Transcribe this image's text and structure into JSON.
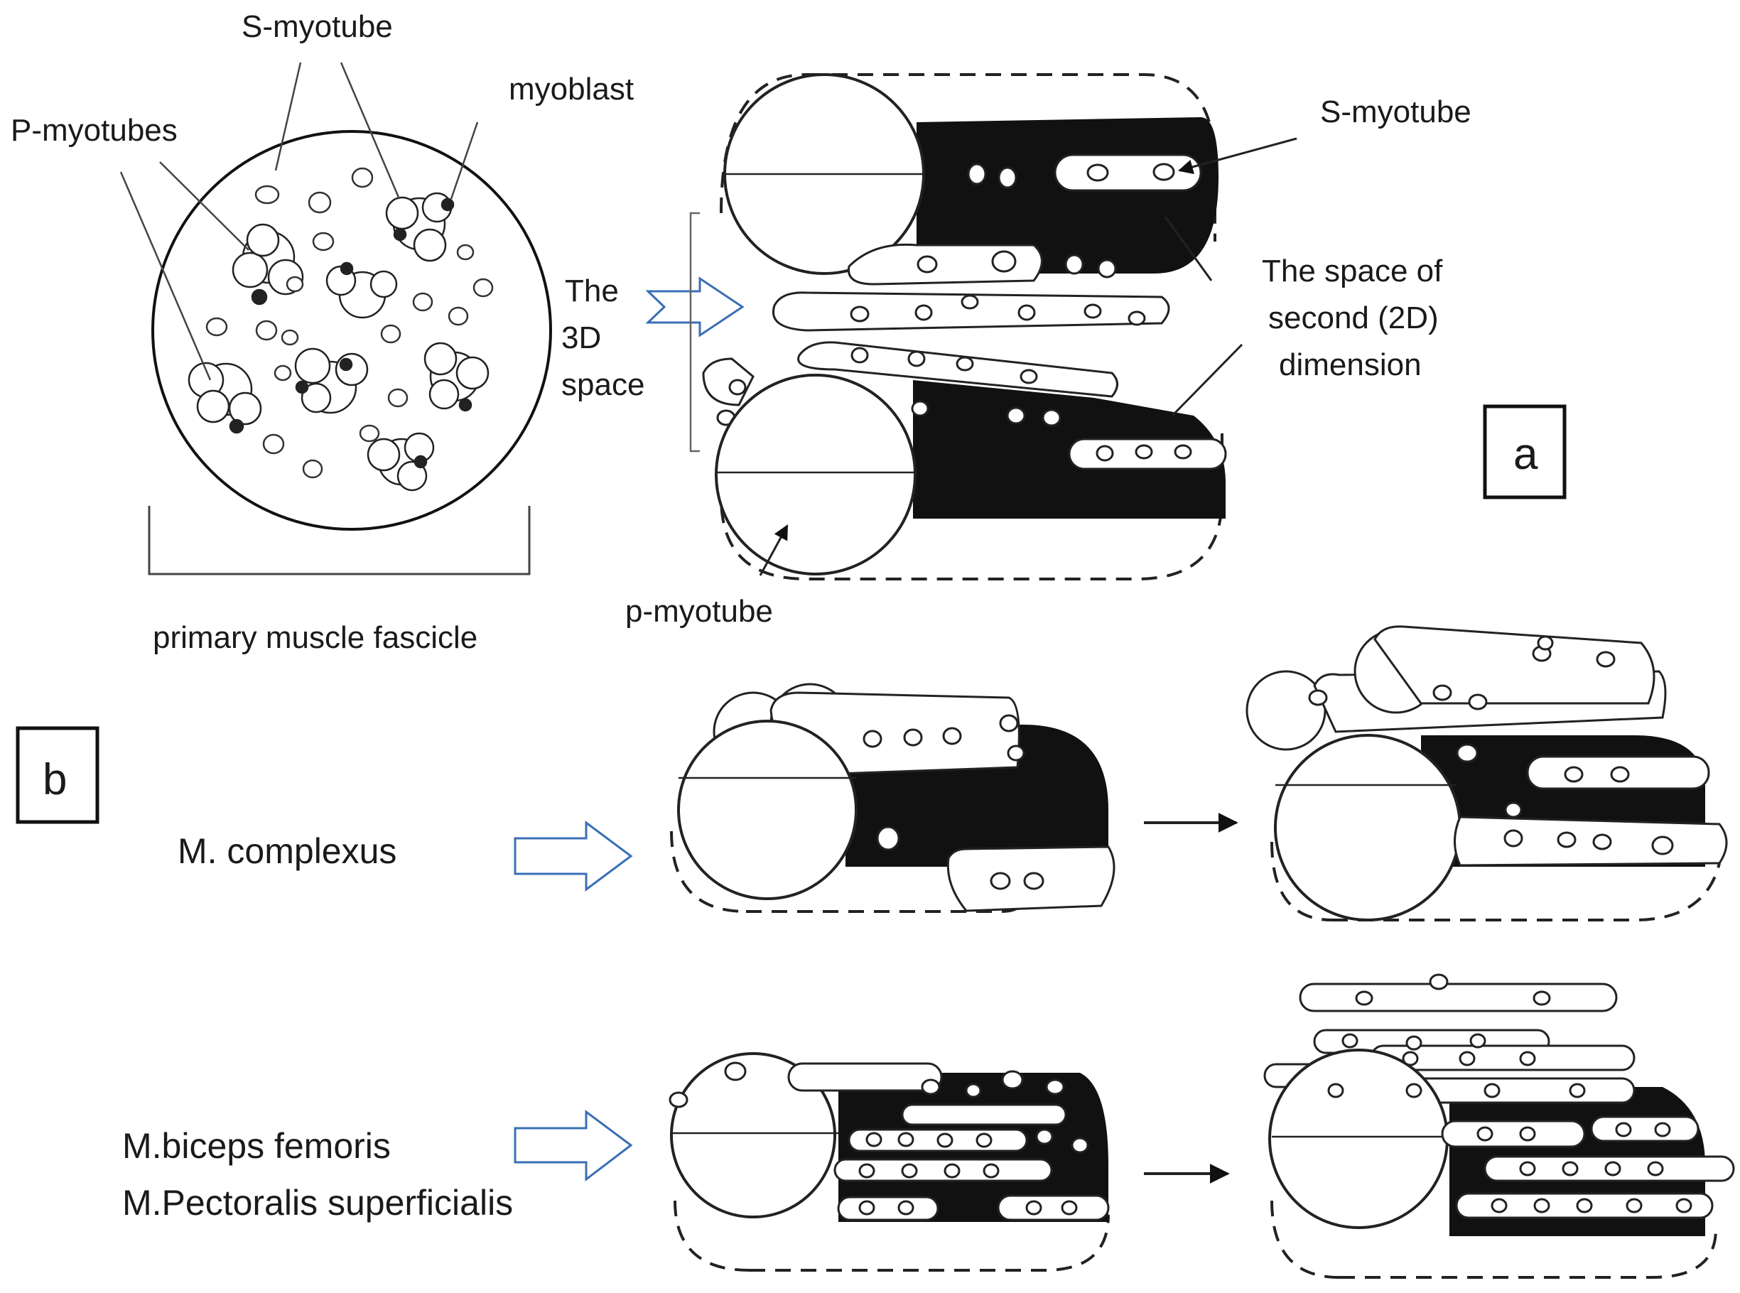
{
  "panel_a": {
    "letter": "a",
    "labels": {
      "s_myotube_top": "S-myotube",
      "myoblast": "myoblast",
      "p_myotubes": "P-myotubes",
      "primary_fascicle": "primary muscle fascicle",
      "the_3d_line1": "The",
      "the_3d_line2": "3D",
      "the_3d_line3": "space",
      "s_myotube_right": "S-myotube",
      "space_2d_line1": "The space of",
      "space_2d_line2": "second (2D)",
      "space_2d_line3": "dimension",
      "p_myotube": "p-myotube"
    }
  },
  "panel_b": {
    "letter": "b",
    "rows": [
      {
        "label_line1": "M. complexus",
        "label_line2": ""
      },
      {
        "label_line1": "M.biceps femoris",
        "label_line2": "M.Pectoralis superficialis"
      }
    ]
  },
  "colors": {
    "ink": "#111111",
    "arrow_outline": "#3a6fb5",
    "background": "#ffffff"
  }
}
